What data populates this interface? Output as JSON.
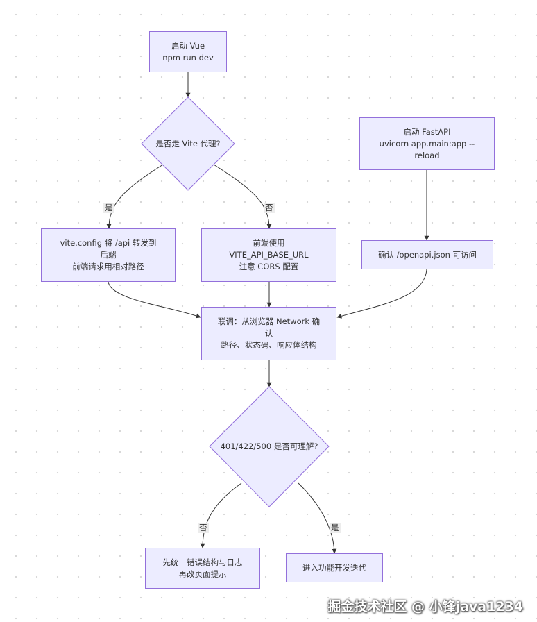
{
  "nodes": {
    "start_vue": [
      "启动 Vue",
      "npm run dev"
    ],
    "vite_proxy_q": "是否走 Vite 代理?",
    "start_fastapi": [
      "启动 FastAPI",
      "uvicorn app.main:app --",
      "reload"
    ],
    "vite_config": [
      "vite.config 将 /api 转发到",
      "后端",
      "前端请求用相对路径"
    ],
    "base_url": [
      "前端使用",
      "VITE_API_BASE_URL",
      "注意 CORS 配置"
    ],
    "openapi": [
      "确认 /openapi.json 可访问"
    ],
    "debug": [
      "联调：从浏览器 Network 确",
      "认",
      "路径、状态码、响应体结构"
    ],
    "status_q": "401/422/500 是否可理解?",
    "unify_errors": [
      "先统一错误结构与日志",
      "再改页面提示"
    ],
    "iterate": [
      "进入功能开发迭代"
    ]
  },
  "edge_labels": {
    "proxy_yes": "是",
    "proxy_no": "否",
    "status_no": "否",
    "status_yes": "是"
  },
  "watermark": "掘金技术社区 @ 小锋java1234",
  "colors": {
    "node_fill": "#ececff",
    "node_stroke": "#9370db",
    "edge": "#333333",
    "label_bg": "#ececec"
  }
}
